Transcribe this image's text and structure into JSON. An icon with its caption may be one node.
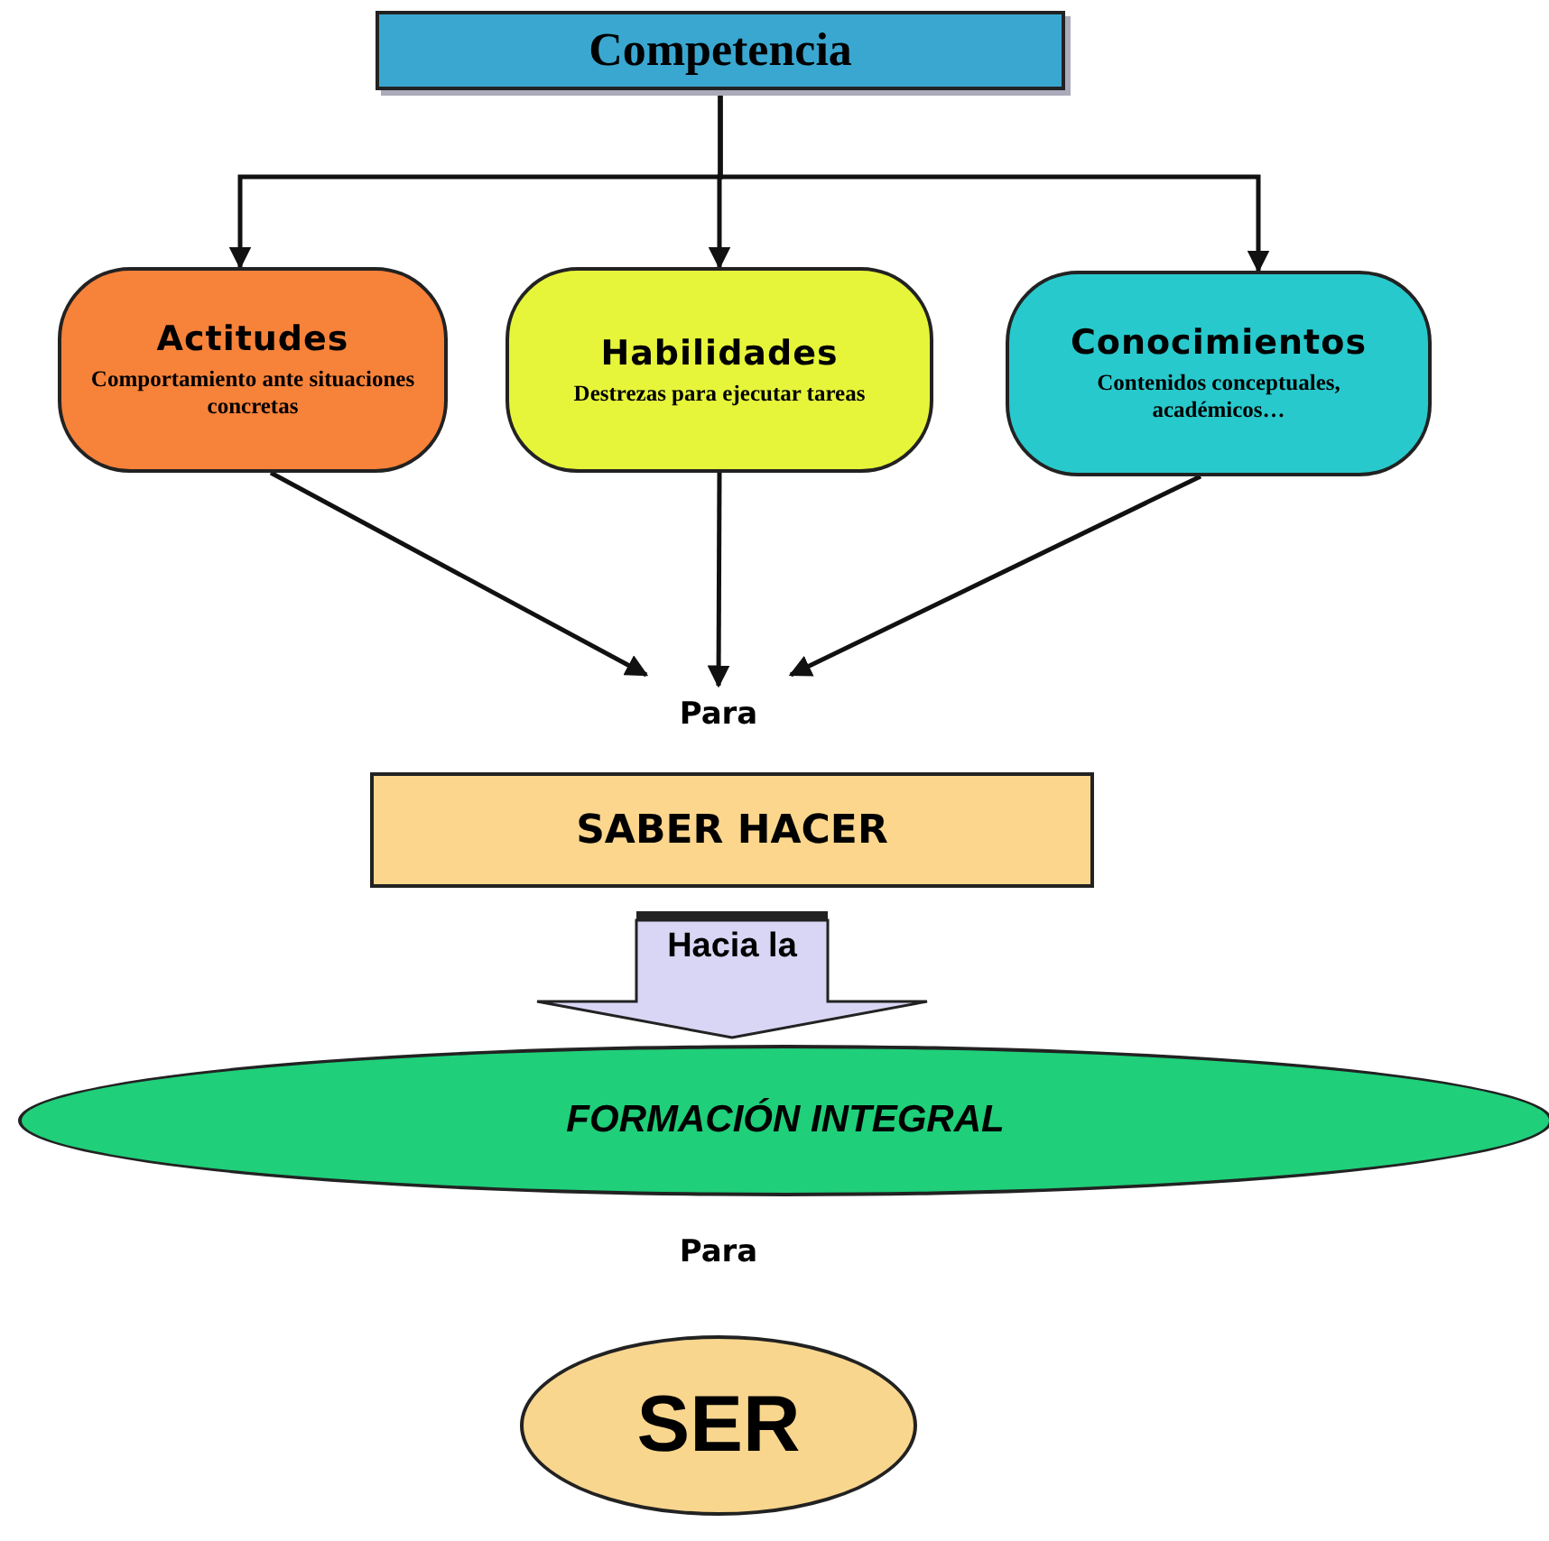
{
  "diagram": {
    "nodes": [
      {
        "text": [
          "Competencia"
        ]
      },
      {
        "text": [
          "Actitudes",
          "Comportamiento ante situaciones concretas"
        ]
      },
      {
        "text": [
          "Habilidades",
          "Destrezas para ejecutar tareas"
        ]
      },
      {
        "text": [
          "Conocimientos",
          "Contenidos conceptuales, académicos…"
        ]
      },
      {
        "text": [
          "Para"
        ]
      },
      {
        "text": [
          "SABER HACER"
        ]
      },
      {
        "text": [
          "FORMACIÓN INTEGRAL"
        ]
      },
      {
        "text": [
          "SER"
        ]
      }
    ],
    "edges": [
      {
        "from": 0,
        "to": 1,
        "arrow": "to"
      },
      {
        "from": 0,
        "to": 2,
        "arrow": "to"
      },
      {
        "from": 0,
        "to": 3,
        "arrow": "to"
      },
      {
        "from": 1,
        "to": 4,
        "arrow": "to"
      },
      {
        "from": 2,
        "to": 4,
        "arrow": "to"
      },
      {
        "from": 3,
        "to": 4,
        "arrow": "to"
      },
      {
        "from": 5,
        "to": 6,
        "arrow": "to",
        "label": "Hacia la",
        "style": "thick",
        "color": "#d9d6f5"
      }
    ],
    "labels": [
      "Para"
    ]
  }
}
